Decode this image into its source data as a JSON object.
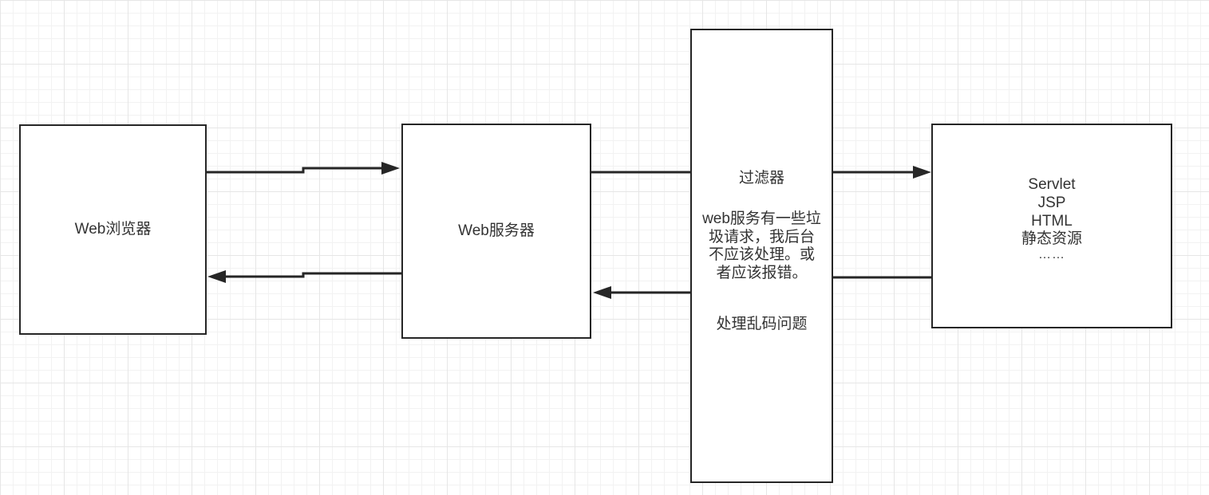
{
  "nodes": {
    "browser": {
      "label": "Web浏览器"
    },
    "server": {
      "label": "Web服务器"
    },
    "filter": {
      "title": "过滤器",
      "description": "web服务有一些垃圾请求，我后台不应该处理。或者应该报错。",
      "extra": "处理乱码问题"
    },
    "targets": {
      "lines": [
        "Servlet",
        "JSP",
        "HTML",
        "静态资源"
      ],
      "ellipsis": "……"
    }
  },
  "edges": [
    {
      "from": "browser",
      "to": "server"
    },
    {
      "from": "server",
      "to": "browser"
    },
    {
      "from": "server",
      "to": "filter"
    },
    {
      "from": "filter",
      "to": "server"
    },
    {
      "from": "filter",
      "to": "targets"
    },
    {
      "from": "targets",
      "to": "filter"
    }
  ],
  "colors": {
    "stroke": "#262626",
    "text": "#333333",
    "grid": "#e6e6e6",
    "background": "#ffffff"
  }
}
